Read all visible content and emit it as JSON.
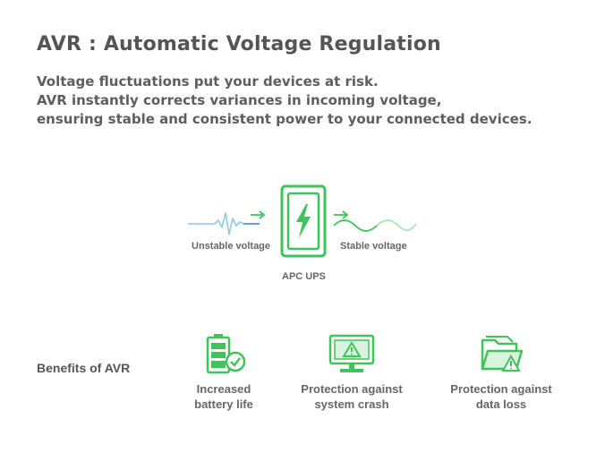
{
  "header": {
    "title": "AVR : Automatic Voltage Regulation",
    "description": [
      "Voltage fluctuations put your devices at risk.",
      "AVR instantly corrects variances in incoming voltage,",
      "ensuring stable and consistent power to your connected devices."
    ]
  },
  "diagram": {
    "input_label": "Unstable voltage",
    "output_label": "Stable voltage",
    "device_label": "APC UPS",
    "input_icon": "unstable-wave-icon",
    "device_icon": "ups-lightning-icon",
    "output_icon": "stable-wave-icon"
  },
  "benefits": {
    "heading": "Benefits of AVR",
    "items": [
      {
        "line1": "Increased",
        "line2": "battery life",
        "icon": "battery-check-icon"
      },
      {
        "line1": "Protection against",
        "line2": "system crash",
        "icon": "monitor-warning-icon"
      },
      {
        "line1": "Protection against",
        "line2": "data loss",
        "icon": "folder-warning-icon"
      }
    ]
  },
  "colors": {
    "accent_green": "#3fc35a",
    "light_green": "#a8e4b4",
    "wave_blue": "#8fc9e6",
    "text": "#555555"
  }
}
